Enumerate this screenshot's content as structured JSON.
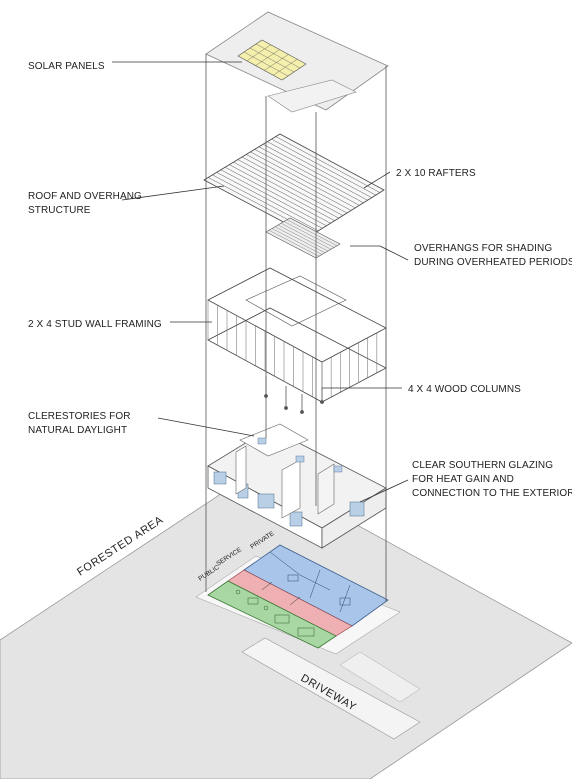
{
  "labels": {
    "solar_panels": "SOLAR PANELS",
    "roof_line1": "ROOF AND OVERHANG",
    "roof_line2": "STRUCTURE",
    "rafters": "2 X 10 RAFTERS",
    "overhang_line1": "OVERHANGS FOR SHADING",
    "overhang_line2": "DURING OVERHEATED PERIODS",
    "stud": "2 X 4 STUD WALL FRAMING",
    "columns": "4 X 4 WOOD COLUMNS",
    "clere_line1": "CLERESTORIES FOR",
    "clere_line2": "NATURAL DAYLIGHT",
    "glazing_line1": "CLEAR SOUTHERN GLAZING",
    "glazing_line2": "FOR HEAT GAIN AND",
    "glazing_line3": "CONNECTION TO THE EXTERIOR",
    "forested": "FORESTED AREA",
    "driveway": "DRIVEWAY",
    "zone_private": "PRIVATE",
    "zone_service": "SERVICE",
    "zone_public": "PUBLIC"
  },
  "colors": {
    "ground": "#e3e3e3",
    "pad": "#f6f6f6",
    "private_zone": "#a9c6ea",
    "service_zone": "#efb0b4",
    "public_zone": "#a9d7a3",
    "solar": "#f4efad",
    "glazing": "#b9cfe6"
  }
}
